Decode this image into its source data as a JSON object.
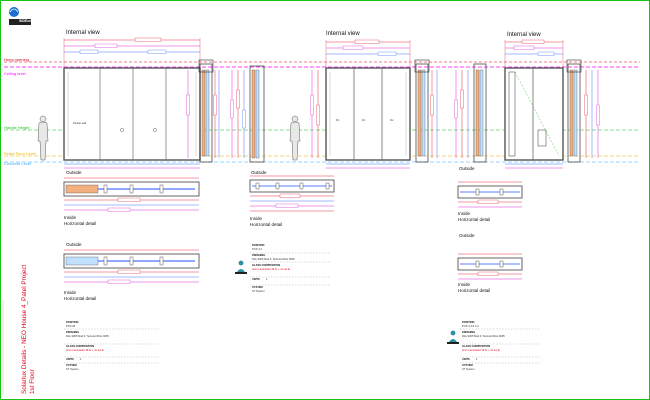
{
  "logo": {
    "text": "SIDEclock"
  },
  "views": {
    "internal": "Internal view",
    "outside": "Outside",
    "inside": "Inside",
    "horizontal": "Horizontal detail"
  },
  "levels": {
    "top": "Hung opening",
    "ceiling": "Ceiling level",
    "handle": "Handle Height",
    "floor": "Finish Floor Level",
    "concrete": "Concrete Level"
  },
  "panel_labels": {
    "pocket": "Pocket wall",
    "fix": "Fix"
  },
  "project_title": {
    "line1": "Solarlux Details - NEO House 4_Patel Project",
    "line2": "1st Floor"
  },
  "info_blocks": [
    {
      "id": "mid",
      "position_label": "POSITION",
      "position_value": "POS 4.2",
      "finishing_label": "FINISHING",
      "finishing_value": "RAL 9005 Matt F. Textured RAL 9005",
      "glass_label": "GLASS COMPOSITION",
      "glass_value": "4mm Laminated 16 Ar + 4 Low E",
      "units_label": "UNITS",
      "units_value": "1",
      "system_label": "SYSTEM",
      "system_value": "ST System"
    },
    {
      "id": "left",
      "position_label": "POSITION",
      "position_value": "POS 28",
      "finishing_label": "FINISHING",
      "finishing_value": "RAL 9005 Matt F. Textured RAL 9005",
      "glass_label": "GLASS COMPOSITION",
      "glass_value": "4mm Laminated 16 Ar + 4 Low E",
      "units_label": "UNITS",
      "units_value": "1",
      "system_label": "SYSTEM",
      "system_value": "ST System"
    },
    {
      "id": "right",
      "position_label": "POSITION",
      "position_value": "POS 4.3 & 4.4",
      "finishing_label": "FINISHING",
      "finishing_value": "RAL 9005 Matt F. Textured RAL 9005",
      "glass_label": "GLASS COMPOSITION",
      "glass_value": "4mm Laminated 16 Ar + 4 Low E",
      "units_label": "UNITS",
      "units_value": "1",
      "system_label": "SYSTEM",
      "system_value": "ST System"
    }
  ],
  "colors": {
    "dim_red": "#e0001b",
    "dim_magenta": "#d200d2",
    "dim_blue": "#2050ff",
    "ceiling_line": "#ff00ff",
    "handle_line": "#22bb22",
    "floor_line": "#e8b000",
    "concrete_line": "#33aaff",
    "frame": "#555555",
    "profile_fill": "#f0b080",
    "glass_fill": "#bfe0ff"
  }
}
